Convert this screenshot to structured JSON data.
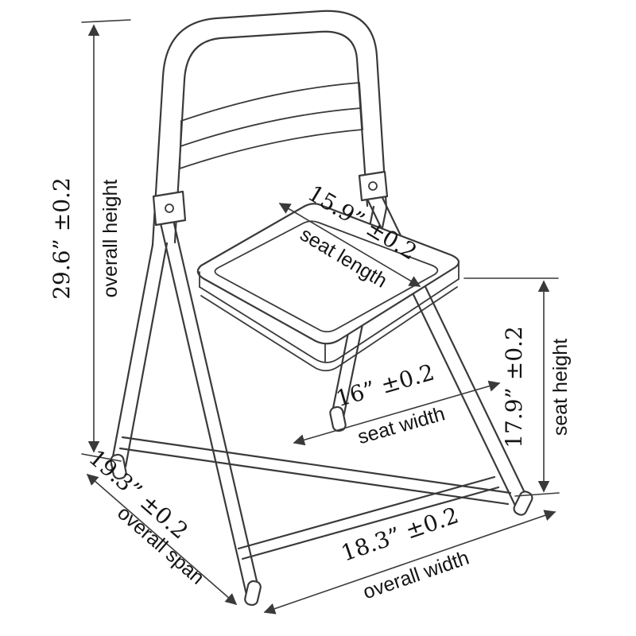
{
  "diagram": {
    "subject": "folding chair dimension drawing",
    "colors": {
      "line": "#3a3a3a",
      "text": "#141414",
      "background": "#ffffff"
    },
    "dimensions": {
      "overall_height": {
        "value": "29.6” ±0.2",
        "label": "overall height"
      },
      "seat_length": {
        "value": "15.9” ±0.2",
        "label": "seat length"
      },
      "seat_width": {
        "value": "16” ±0.2",
        "label": "seat width"
      },
      "seat_height": {
        "value": "17.9” ±0.2",
        "label": "seat height"
      },
      "overall_span": {
        "value": "19.3” ±0.2",
        "label": "overall span"
      },
      "overall_width": {
        "value": "18.3” ±0.2",
        "label": "overall width"
      }
    }
  }
}
